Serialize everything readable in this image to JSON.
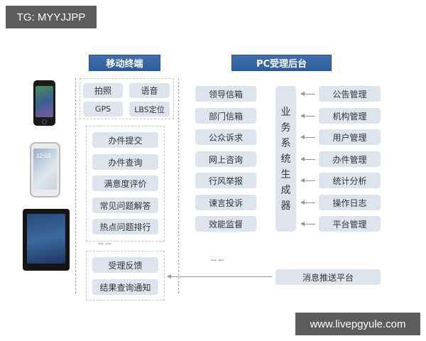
{
  "watermarks": {
    "top_left": "TG: MYYJJPP",
    "bottom_right": "www.livepgyule.com"
  },
  "mobile": {
    "title": "移动终端",
    "devices": [
      "iphone-device",
      "android-phone-device",
      "ipad-device"
    ],
    "features": [
      "拍照",
      "语音",
      "GPS",
      "LBS定位"
    ],
    "functions": [
      "办件提交",
      "办件查询",
      "满意度评价",
      "常见问题解答",
      "热点问题排行"
    ],
    "ellipsis": "··· ···",
    "feedback": [
      "受理反馈",
      "结果查询通知"
    ]
  },
  "pc": {
    "title": "PC受理后台",
    "channels": [
      "领导信箱",
      "部门信箱",
      "公众诉求",
      "网上咨询",
      "行风举报",
      "谏言投诉",
      "效能监督"
    ],
    "ellipsis": "··· ···",
    "generator_chars": [
      "业",
      "务",
      "系",
      "统",
      "生",
      "成",
      "器"
    ],
    "management": [
      "公告管理",
      "机构管理",
      "用户管理",
      "办件管理",
      "统计分析",
      "操作日志",
      "平台管理"
    ],
    "push_platform": "消息推送平台"
  },
  "colors": {
    "header_blue": "#2f5d9e",
    "pill_bg": "#dde4ee",
    "watermark_bg": "#5c5c5c",
    "arrow": "#8a98ac"
  }
}
